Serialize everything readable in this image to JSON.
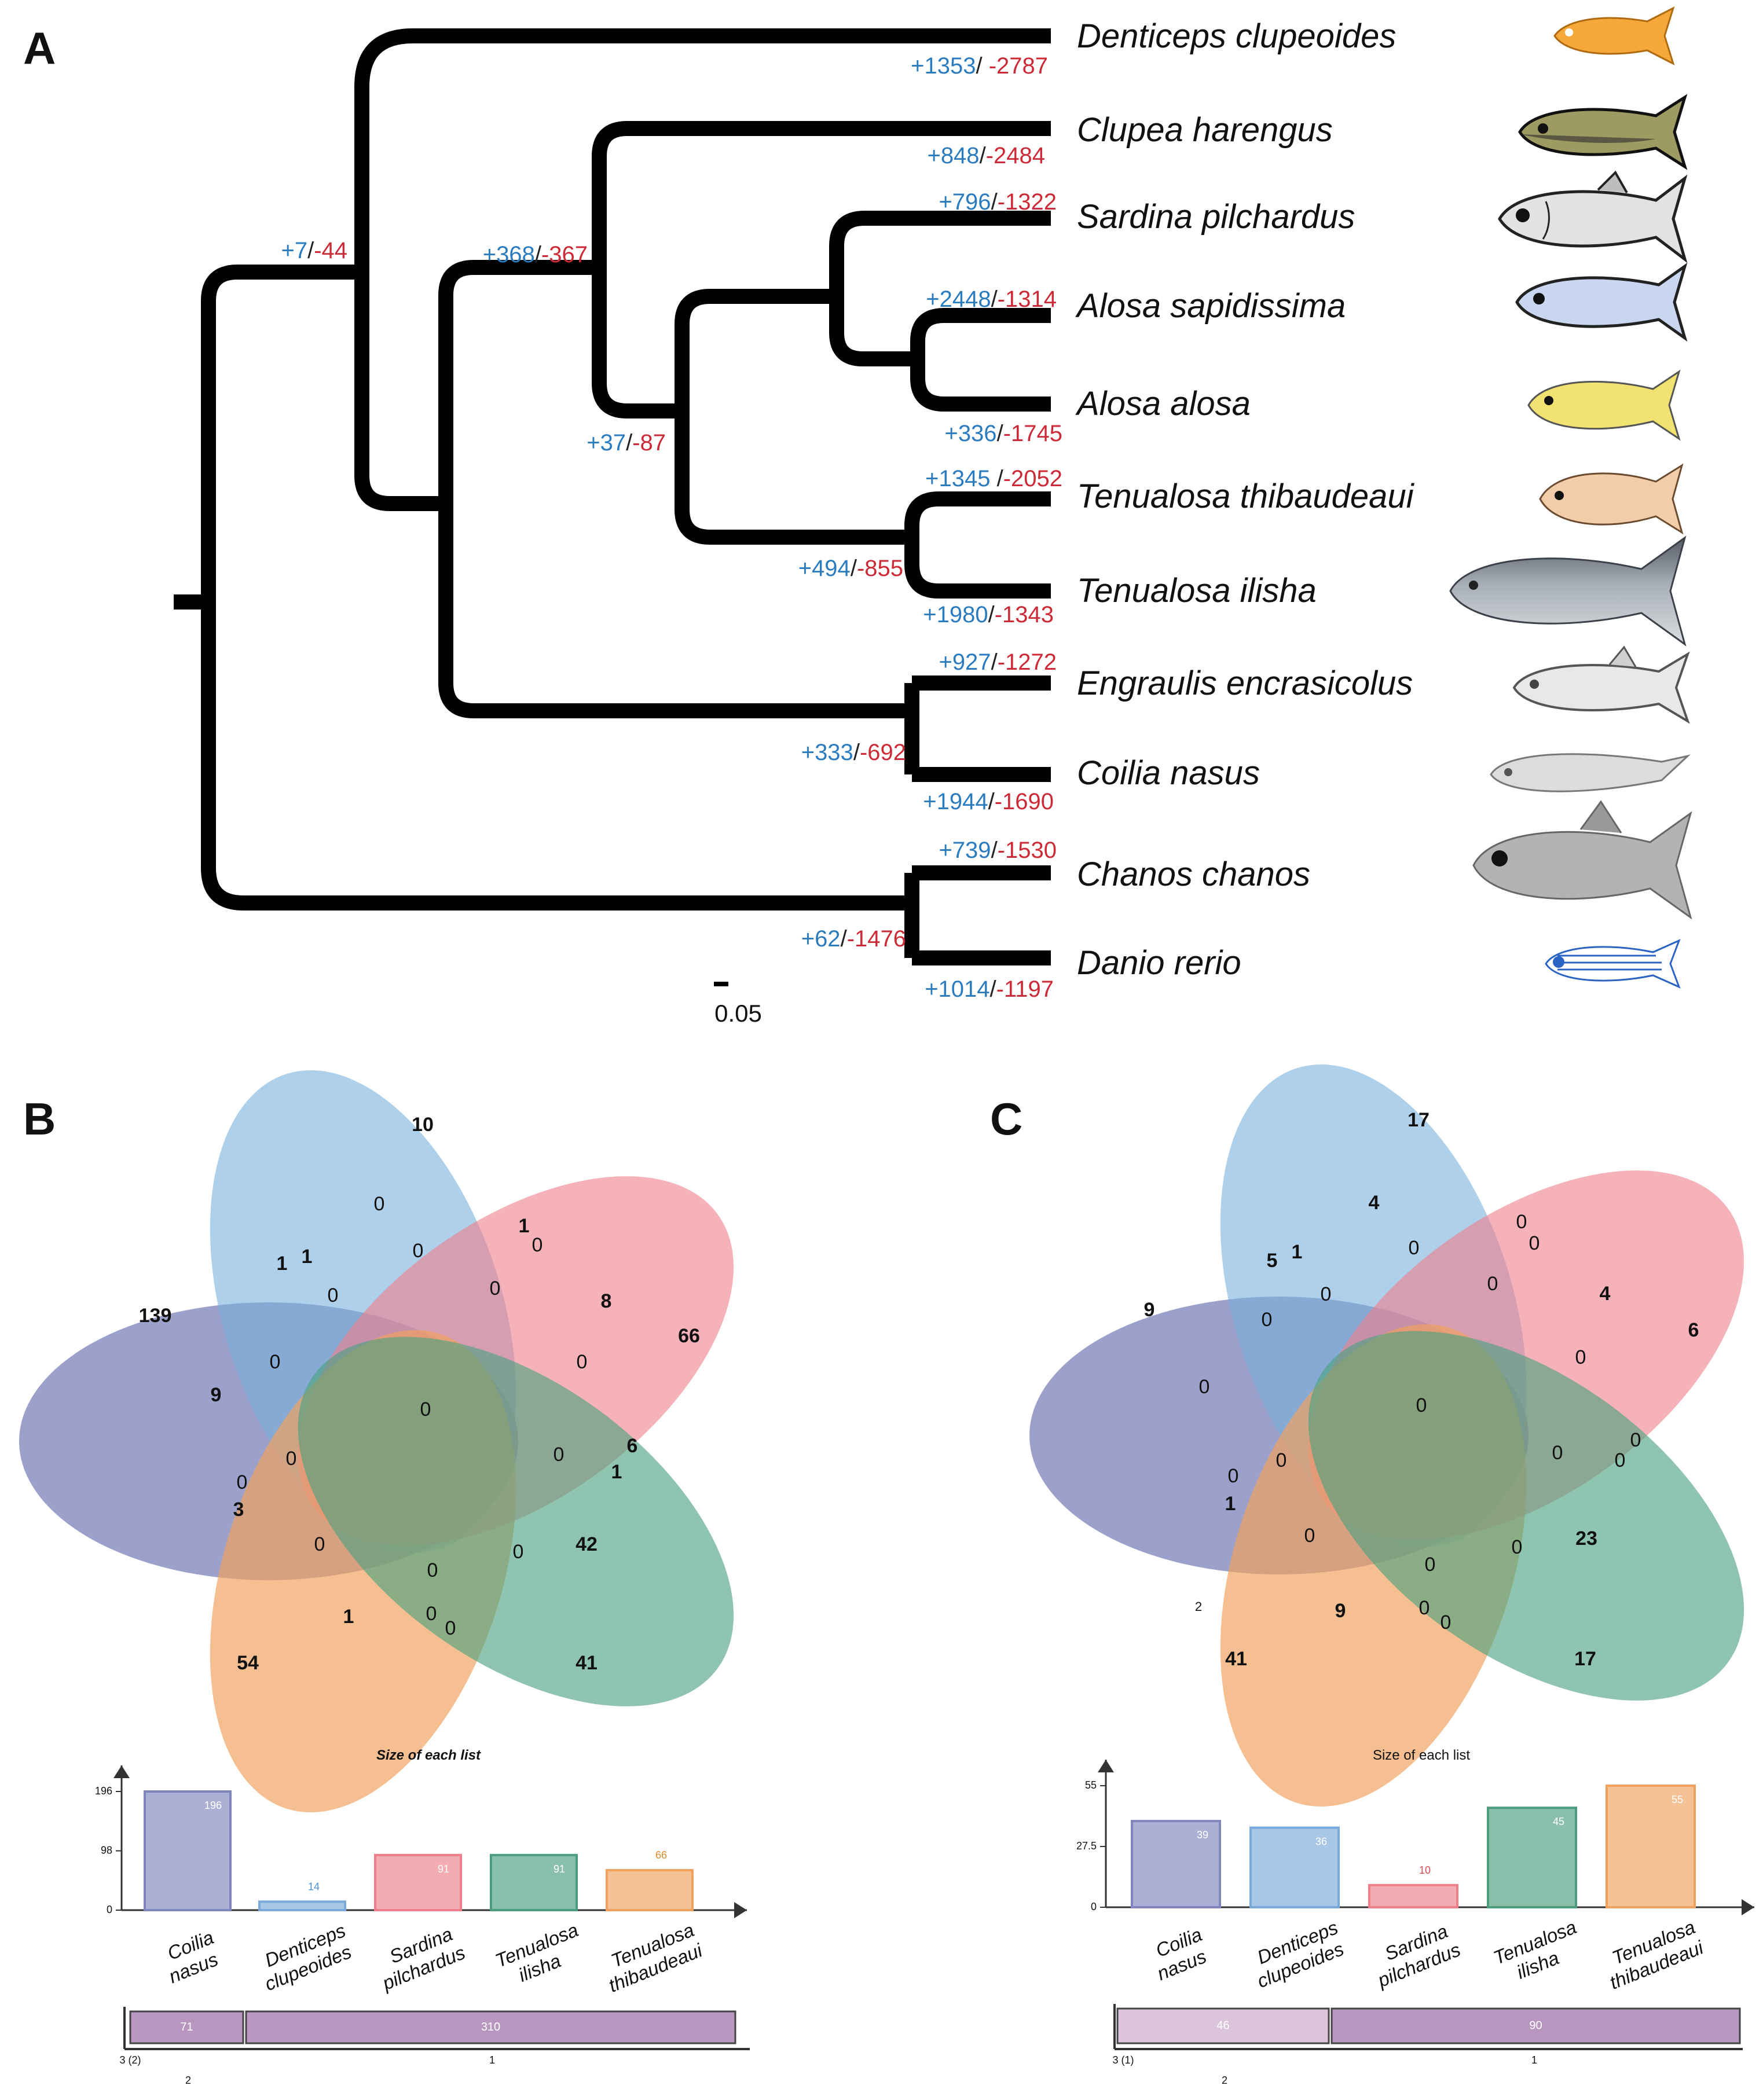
{
  "panels": {
    "a_label": "A",
    "b_label": "B",
    "c_label": "C"
  },
  "tree": {
    "species": [
      "Denticeps clupeoides",
      "Clupea harengus",
      "Sardina pilchardus",
      "Alosa sapidissima",
      "Alosa alosa",
      "Tenualosa thibaudeaui",
      "Tenualosa ilisha",
      "Engraulis encrasicolus",
      "Coilia nasus",
      "Chanos chanos",
      "Danio rerio"
    ],
    "branch_counts": [
      {
        "gain": "+1353",
        "loss": "-2787"
      },
      {
        "gain": "+848",
        "loss": "-2484"
      },
      {
        "gain": "+796",
        "loss": "-1322"
      },
      {
        "gain": "+2448",
        "loss": "-1314"
      },
      {
        "gain": "+336",
        "loss": "-1745"
      },
      {
        "gain": "+1345",
        "loss": "-2052"
      },
      {
        "gain": "+1980",
        "loss": "-1343"
      },
      {
        "gain": "+927",
        "loss": "-1272"
      },
      {
        "gain": "+1944",
        "loss": "-1690"
      },
      {
        "gain": "+739",
        "loss": "-1530"
      },
      {
        "gain": "+1014",
        "loss": "-1197"
      },
      {
        "gain": "+7",
        "loss": "-44"
      },
      {
        "gain": "+368",
        "loss": "-367"
      },
      {
        "gain": "+37",
        "loss": "-87"
      },
      {
        "gain": "+494",
        "loss": "-855"
      },
      {
        "gain": "+333",
        "loss": "-692"
      },
      {
        "gain": "+62",
        "loss": "-1476"
      }
    ],
    "scale_bar": "0.05"
  },
  "venn_b": {
    "regions": [
      "10",
      "0",
      "1",
      "1",
      "1",
      "0",
      "0",
      "0",
      "8",
      "139",
      "66",
      "0",
      "0",
      "9",
      "0",
      "0",
      "0",
      "0",
      "6",
      "1",
      "3",
      "0",
      "42",
      "0",
      "0",
      "1",
      "0",
      "0",
      "54",
      "41"
    ]
  },
  "venn_c": {
    "regions": [
      "17",
      "4",
      "0",
      "0",
      "5",
      "1",
      "0",
      "0",
      "0",
      "0",
      "4",
      "9",
      "6",
      "0",
      "0",
      "0",
      "0",
      "0",
      "0",
      "0",
      "0",
      "1",
      "0",
      "23",
      "0",
      "0",
      "2",
      "9",
      "0",
      "0",
      "41",
      "17"
    ]
  },
  "chart_data": [
    {
      "type": "bar",
      "title": "Size of each list",
      "categories": [
        "Coilia nasus",
        "Denticeps clupeoides",
        "Sardina pilchardus",
        "Tenualosa ilisha",
        "Tenualosa thibaudeaui"
      ],
      "values": [
        196,
        14,
        91,
        91,
        66
      ],
      "yticks": [
        "196",
        "98",
        "0"
      ],
      "ylim": [
        0,
        196
      ],
      "colors": [
        "#7f86bd",
        "#7ba9d9",
        "#ee7f8a",
        "#4c9c7e",
        "#f0a15e"
      ],
      "value_colors": [
        "#ffffff",
        "#4a90d0",
        "#ffffff",
        "#ffffff",
        "#e08a2e"
      ],
      "value_inside": [
        true,
        false,
        true,
        true,
        false
      ],
      "bottom": {
        "segments": [
          "71",
          "310"
        ],
        "axis_labels": [
          "3 (2)",
          "2",
          "1"
        ]
      }
    },
    {
      "type": "bar",
      "title": "Size of each list",
      "categories": [
        "Coilia nasus",
        "Denticeps clupeoides",
        "Sardina pilchardus",
        "Tenualosa ilisha",
        "Tenualosa thibaudeaui"
      ],
      "values": [
        39,
        36,
        10,
        45,
        55
      ],
      "yticks": [
        "55",
        "27.5",
        "0"
      ],
      "ylim": [
        0,
        55
      ],
      "colors": [
        "#7f86bd",
        "#7ba9d9",
        "#ee7f8a",
        "#4c9c7e",
        "#f0a15e"
      ],
      "value_colors": [
        "#ffffff",
        "#ffffff",
        "#e24a55",
        "#ffffff",
        "#ffffff"
      ],
      "value_inside": [
        true,
        true,
        false,
        true,
        true
      ],
      "bottom": {
        "segments": [
          "46",
          "90"
        ],
        "axis_labels": [
          "3 (1)",
          "2",
          "1"
        ]
      }
    }
  ],
  "colors": {
    "gain": "#2b7bbf",
    "loss": "#cc2a36",
    "venn": [
      "#6d74b3",
      "#7ab0dc",
      "#ee7f8a",
      "#f0a15e",
      "#4aa27f"
    ]
  }
}
